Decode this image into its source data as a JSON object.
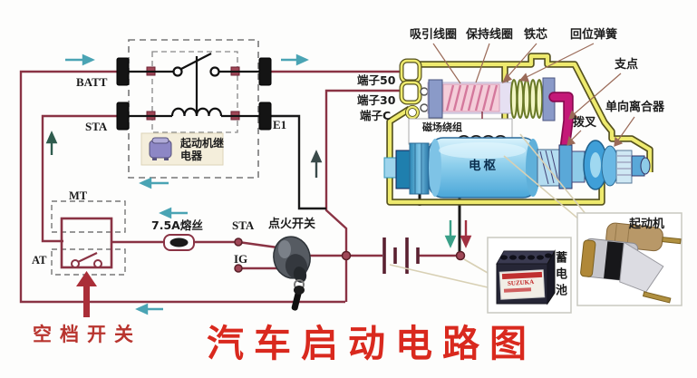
{
  "title": "汽车启动电路图",
  "colors": {
    "wire": "#8a3344",
    "ground_wire": "#1a1a1a",
    "housing_yellow": "#eeea6e",
    "fork_magenta": "#c41878",
    "armature_blue": "#58b4e4",
    "title_red": "#d9291e",
    "neutral_label_red": "#b8342e",
    "flow_arrow_teal": "#4aa4b4"
  },
  "relay": {
    "batt": "BATT",
    "sta": "STA",
    "e1": "E1",
    "name": "起动机继电器"
  },
  "starter_section": {
    "terminal_50": "端子50",
    "terminal_30": "端子30",
    "terminal_c": "端子C",
    "pull_in_coil": "吸引线圈",
    "hold_in_coil": "保持线圈",
    "iron_core": "铁芯",
    "return_spring": "回位弹簧",
    "fulcrum": "支点",
    "one_way_clutch": "单向离合器",
    "shift_fork": "拨叉",
    "field_winding": "磁场绕组",
    "armature": "电枢"
  },
  "ignition_section": {
    "fuse": "7.5A熔丝",
    "sta": "STA",
    "ig": "IG",
    "name": "点火开关"
  },
  "neutral_switch": {
    "mt": "MT",
    "at": "AT",
    "name": "空档开关"
  },
  "photos": {
    "battery": "蓄电池",
    "battery_brand": "SUZUKA",
    "starter": "起动机"
  }
}
